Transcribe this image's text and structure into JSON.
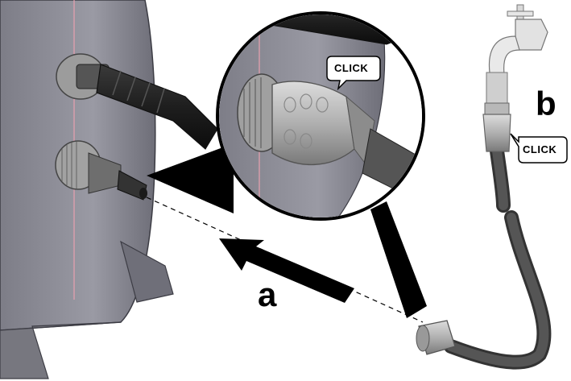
{
  "labels": {
    "step_a": "a",
    "step_b": "b",
    "click_inset": "CLICK",
    "click_tap": "CLICK"
  },
  "colors": {
    "housing": "#8e8e98",
    "housing_dark": "#6c6c76",
    "housing_shadow": "#56565e",
    "metal_light": "#c8c8c8",
    "metal_mid": "#a7a7a7",
    "metal_dark": "#707070",
    "hose": "#4a4a4a",
    "hose_dark": "#262626",
    "seam_line": "#e8a0b0",
    "arrow": "#000000"
  }
}
